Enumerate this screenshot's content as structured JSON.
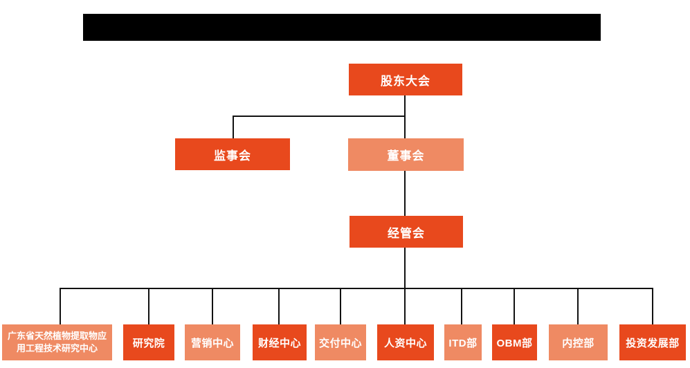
{
  "page": {
    "background": "#ffffff",
    "type": "organization-chart"
  },
  "colors": {
    "primary": "#e8491d",
    "light": "#ef8a63",
    "line": "#111111",
    "redacted_bar": "#000000",
    "node_text": "#ffffff"
  },
  "header": {
    "redacted_title_bar": {
      "visible_text": "",
      "note": "solid black rectangle (blacked-out title)",
      "color": "#000000"
    }
  },
  "org_chart": {
    "nodes": [
      {
        "id": "shareholders-meeting",
        "label": "股东大会",
        "tone": "primary",
        "level": 1
      },
      {
        "id": "supervisory-board",
        "label": "监事会",
        "tone": "primary",
        "level": 2
      },
      {
        "id": "board-of-directors",
        "label": "董事会",
        "tone": "light",
        "level": 2
      },
      {
        "id": "management-committee",
        "label": "经管会",
        "tone": "primary",
        "level": 3
      },
      {
        "id": "gd-plant-extract-center",
        "label": "广东省天然植物提取物应用工程技术研究中心",
        "tone": "light",
        "level": 4
      },
      {
        "id": "research-institute",
        "label": "研究院",
        "tone": "primary",
        "level": 4
      },
      {
        "id": "marketing-center",
        "label": "营销中心",
        "tone": "light",
        "level": 4
      },
      {
        "id": "finance-center",
        "label": "财经中心",
        "tone": "primary",
        "level": 4
      },
      {
        "id": "delivery-center",
        "label": "交付中心",
        "tone": "light",
        "level": 4
      },
      {
        "id": "hr-center",
        "label": "人资中心",
        "tone": "primary",
        "level": 4
      },
      {
        "id": "itd-department",
        "label": "ITD部",
        "tone": "light",
        "level": 4
      },
      {
        "id": "obm-department",
        "label": "OBM部",
        "tone": "primary",
        "level": 4
      },
      {
        "id": "internal-control-dept",
        "label": "内控部",
        "tone": "light",
        "level": 4
      },
      {
        "id": "investment-dev-dept",
        "label": "投资发展部",
        "tone": "primary",
        "level": 4
      }
    ],
    "hierarchy": {
      "shareholders-meeting": [
        "supervisory-board",
        "board-of-directors"
      ],
      "board-of-directors": [
        "management-committee"
      ],
      "management-committee": [
        "gd-plant-extract-center",
        "research-institute",
        "marketing-center",
        "finance-center",
        "delivery-center",
        "hr-center",
        "itd-department",
        "obm-department",
        "internal-control-dept",
        "investment-dev-dept"
      ]
    }
  }
}
